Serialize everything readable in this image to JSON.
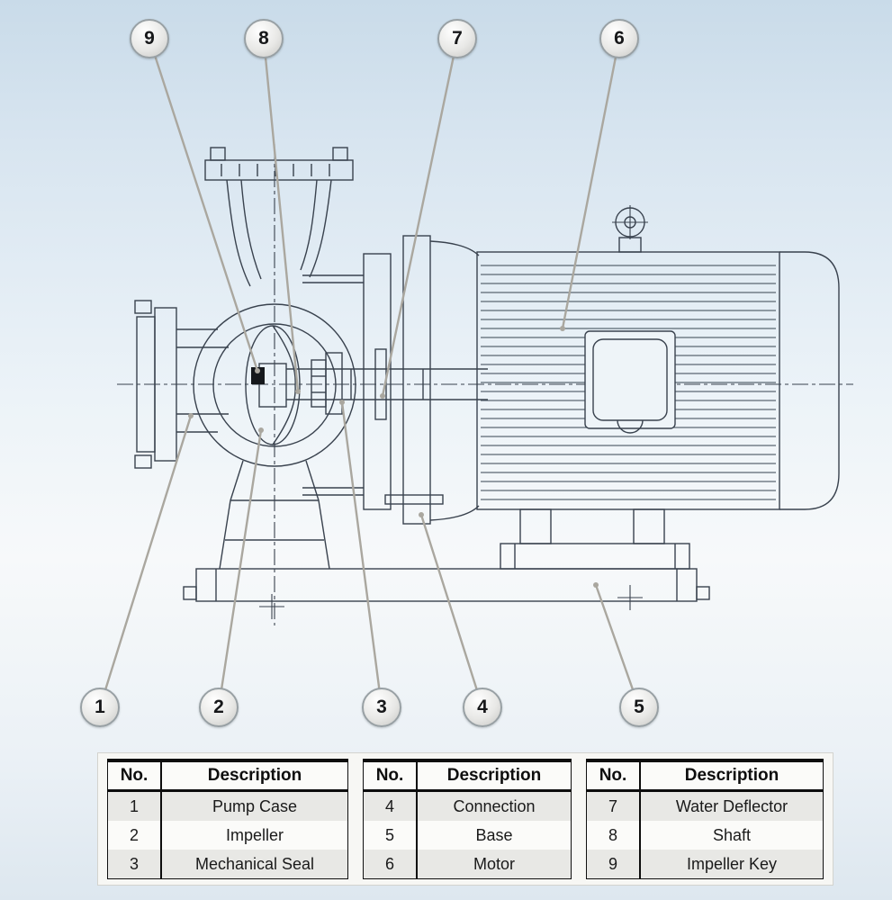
{
  "callouts": [
    {
      "n": "1"
    },
    {
      "n": "2"
    },
    {
      "n": "3"
    },
    {
      "n": "4"
    },
    {
      "n": "5"
    },
    {
      "n": "6"
    },
    {
      "n": "7"
    },
    {
      "n": "8"
    },
    {
      "n": "9"
    }
  ],
  "parts_tables": [
    {
      "no_header": "No.",
      "desc_header": "Description",
      "rows": [
        {
          "no": "1",
          "desc": "Pump Case"
        },
        {
          "no": "2",
          "desc": "Impeller"
        },
        {
          "no": "3",
          "desc": "Mechanical Seal"
        }
      ]
    },
    {
      "no_header": "No.",
      "desc_header": "Description",
      "rows": [
        {
          "no": "4",
          "desc": "Connection"
        },
        {
          "no": "5",
          "desc": "Base"
        },
        {
          "no": "6",
          "desc": "Motor"
        }
      ]
    },
    {
      "no_header": "No.",
      "desc_header": "Description",
      "rows": [
        {
          "no": "7",
          "desc": "Water Deflector"
        },
        {
          "no": "8",
          "desc": "Shaft"
        },
        {
          "no": "9",
          "desc": "Impeller Key"
        }
      ]
    }
  ]
}
